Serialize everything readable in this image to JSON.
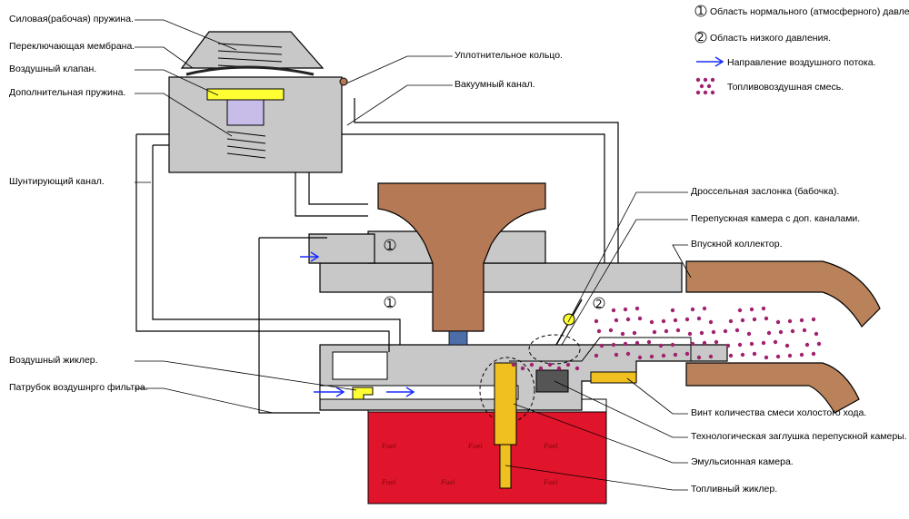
{
  "colors": {
    "body": "#c8c8c8",
    "throttle_body_brown": "#b57955",
    "intake_brown": "#b9825a",
    "fuel_red": "#e0142a",
    "valve_yellow": "#ffff33",
    "valve_lavender": "#c8bde8",
    "jet_yellow": "#f0c020",
    "mixture_dots": "#a0226e",
    "arrow_blue": "#1a2cff"
  },
  "legend": {
    "item1": "Область нормального (атмосферного) давления.",
    "item1_marker": "1",
    "item2": "Область низкого давления.",
    "item2_marker": "2",
    "airflow": "Направление воздушного потока.",
    "mixture": "Топливовоздушная смесь."
  },
  "left_labels": {
    "power_spring": "Силовая(рабочая) пружина.",
    "switch_membrane": "Переключающая мембрана.",
    "air_valve": "Воздушный клапан.",
    "extra_spring": "Дополнительная пружина.",
    "bypass_channel": "Шунтирующий канал.",
    "air_jet": "Воздушный жиклер.",
    "filter_pipe": "Патрубок воздушнрго фильтра."
  },
  "right_labels": {
    "seal_ring": "Уплотнительное кольцо.",
    "vacuum_channel": "Вакуумный канал.",
    "throttle": "Дроссельная заслонка (бабочка).",
    "bypass_chamber": "Перепускная камера с доп. каналами.",
    "intake_manifold": "Впускной коллектор.",
    "idle_screw": "Винт количества смеси холостого хода.",
    "tech_plug": "Технологическая заглушка перепускной камеры.",
    "emulsion_chamber": "Эмульсионная камера.",
    "fuel_jet": "Топливный жиклер."
  },
  "zone_markers": {
    "upper": "1",
    "lower": "1",
    "throttle": "2"
  }
}
